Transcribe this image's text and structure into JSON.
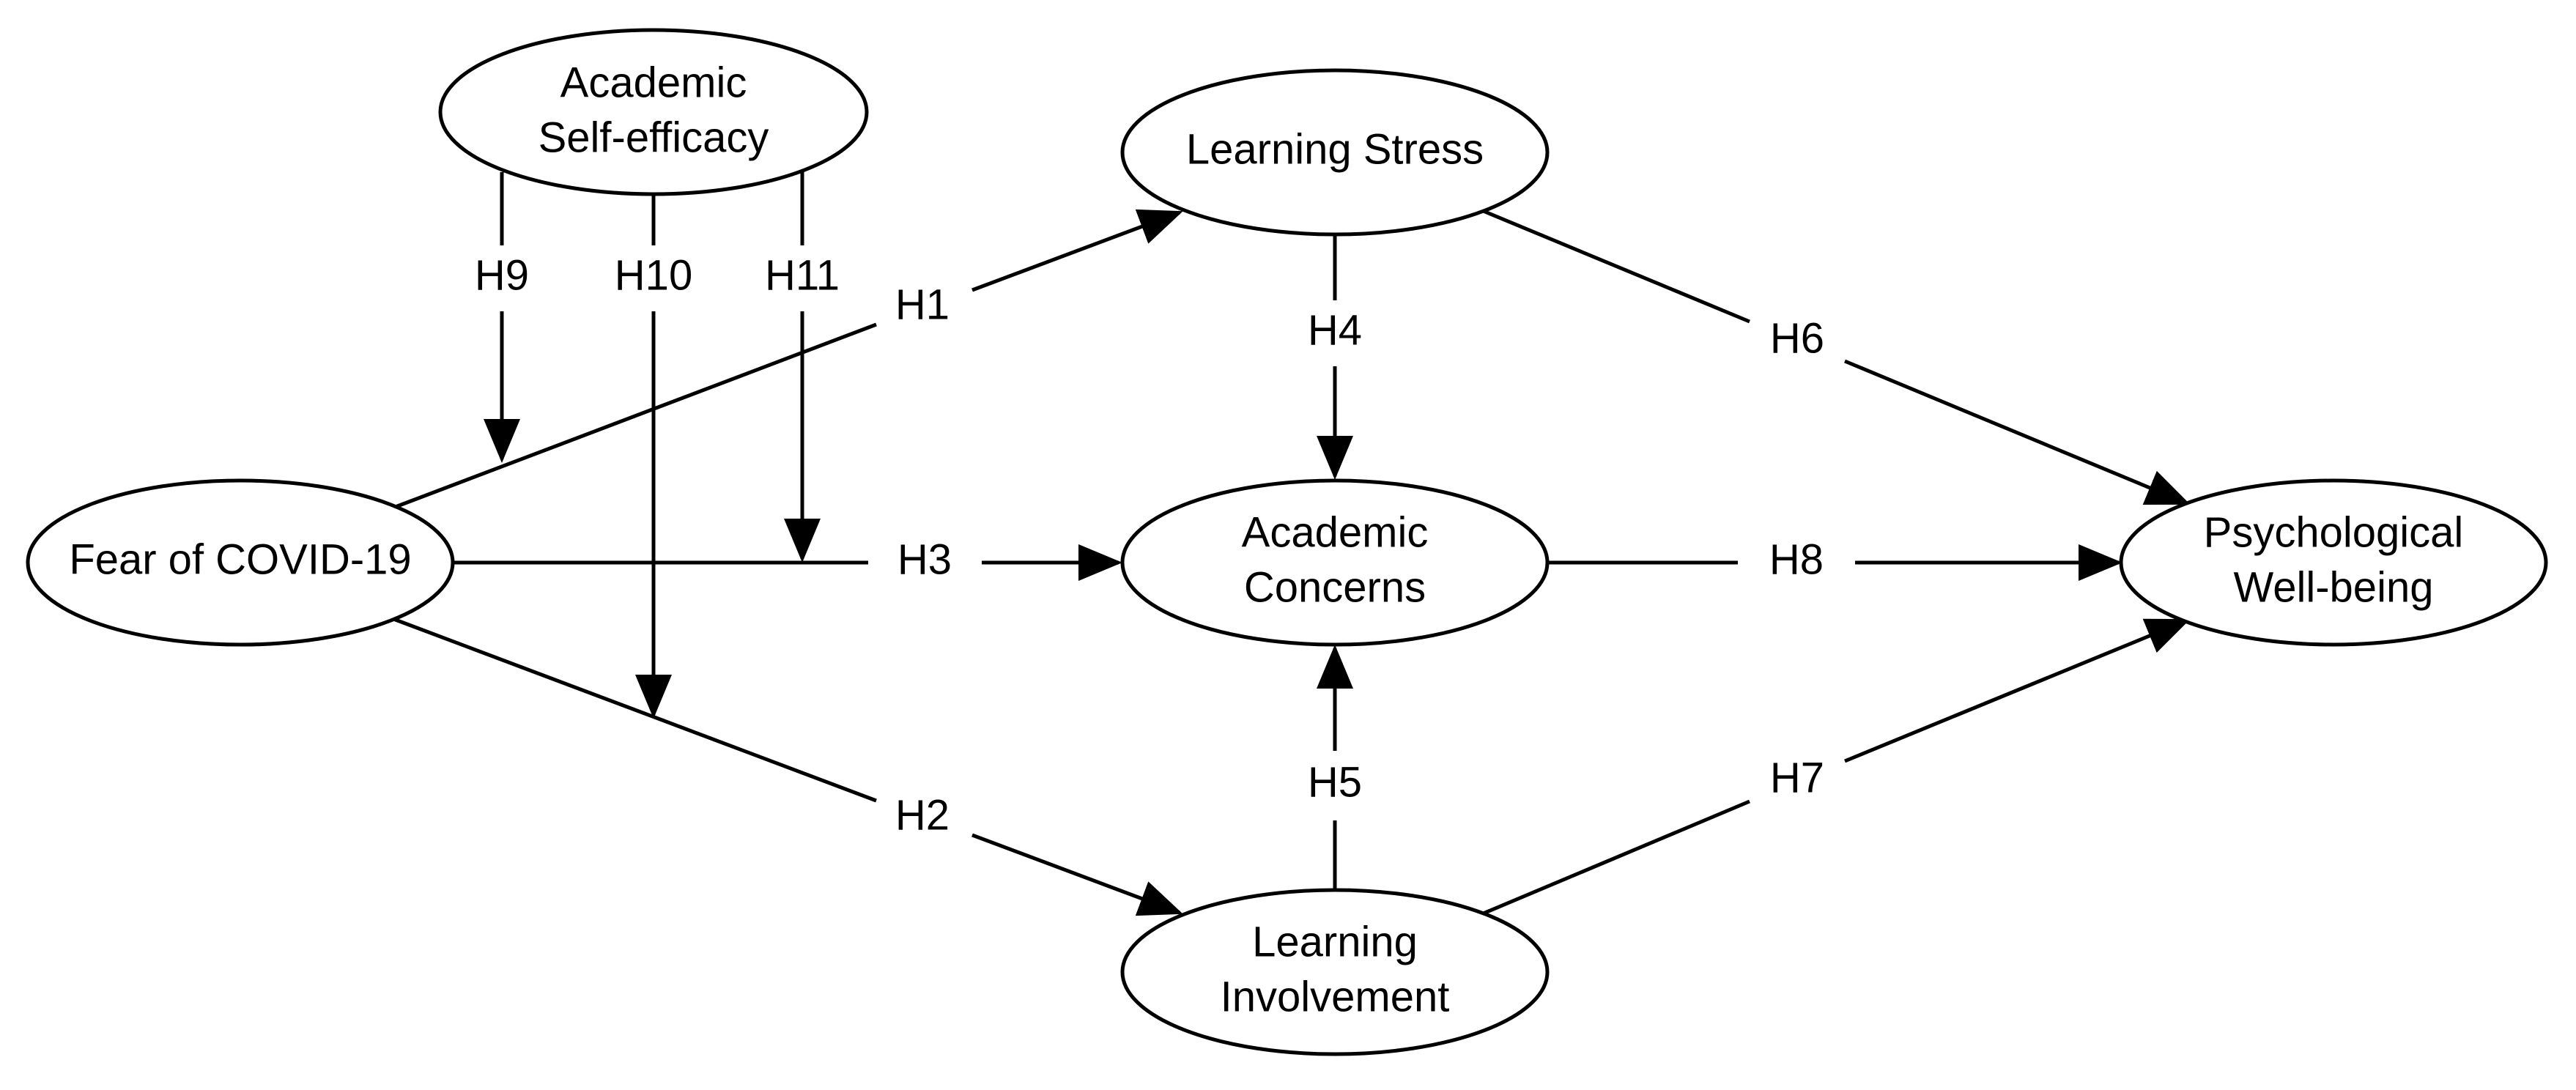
{
  "diagram": {
    "nodes": [
      {
        "id": "academic_self_efficacy",
        "lines": [
          "Academic",
          "Self-efficacy"
        ]
      },
      {
        "id": "learning_stress",
        "lines": [
          "Learning Stress"
        ]
      },
      {
        "id": "fear_of_covid",
        "lines": [
          "Fear of COVID-19"
        ]
      },
      {
        "id": "academic_concerns",
        "lines": [
          "Academic",
          "Concerns"
        ]
      },
      {
        "id": "psychological_well_being",
        "lines": [
          "Psychological",
          "Well-being"
        ]
      },
      {
        "id": "learning_involvement",
        "lines": [
          "Learning",
          "Involvement"
        ]
      }
    ],
    "edges": [
      {
        "id": "h1",
        "label": "H1",
        "from": "fear_of_covid",
        "to": "learning_stress"
      },
      {
        "id": "h2",
        "label": "H2",
        "from": "fear_of_covid",
        "to": "learning_involvement"
      },
      {
        "id": "h3",
        "label": "H3",
        "from": "fear_of_covid",
        "to": "academic_concerns"
      },
      {
        "id": "h4",
        "label": "H4",
        "from": "learning_stress",
        "to": "academic_concerns"
      },
      {
        "id": "h5",
        "label": "H5",
        "from": "learning_involvement",
        "to": "academic_concerns"
      },
      {
        "id": "h6",
        "label": "H6",
        "from": "learning_stress",
        "to": "psychological_well_being"
      },
      {
        "id": "h7",
        "label": "H7",
        "from": "learning_involvement",
        "to": "psychological_well_being"
      },
      {
        "id": "h8",
        "label": "H8",
        "from": "academic_concerns",
        "to": "psychological_well_being"
      },
      {
        "id": "h9",
        "label": "H9",
        "from": "academic_self_efficacy",
        "to": "h1"
      },
      {
        "id": "h10",
        "label": "H10",
        "from": "academic_self_efficacy",
        "to": "h2"
      },
      {
        "id": "h11",
        "label": "H11",
        "from": "academic_self_efficacy",
        "to": "h3"
      }
    ]
  }
}
